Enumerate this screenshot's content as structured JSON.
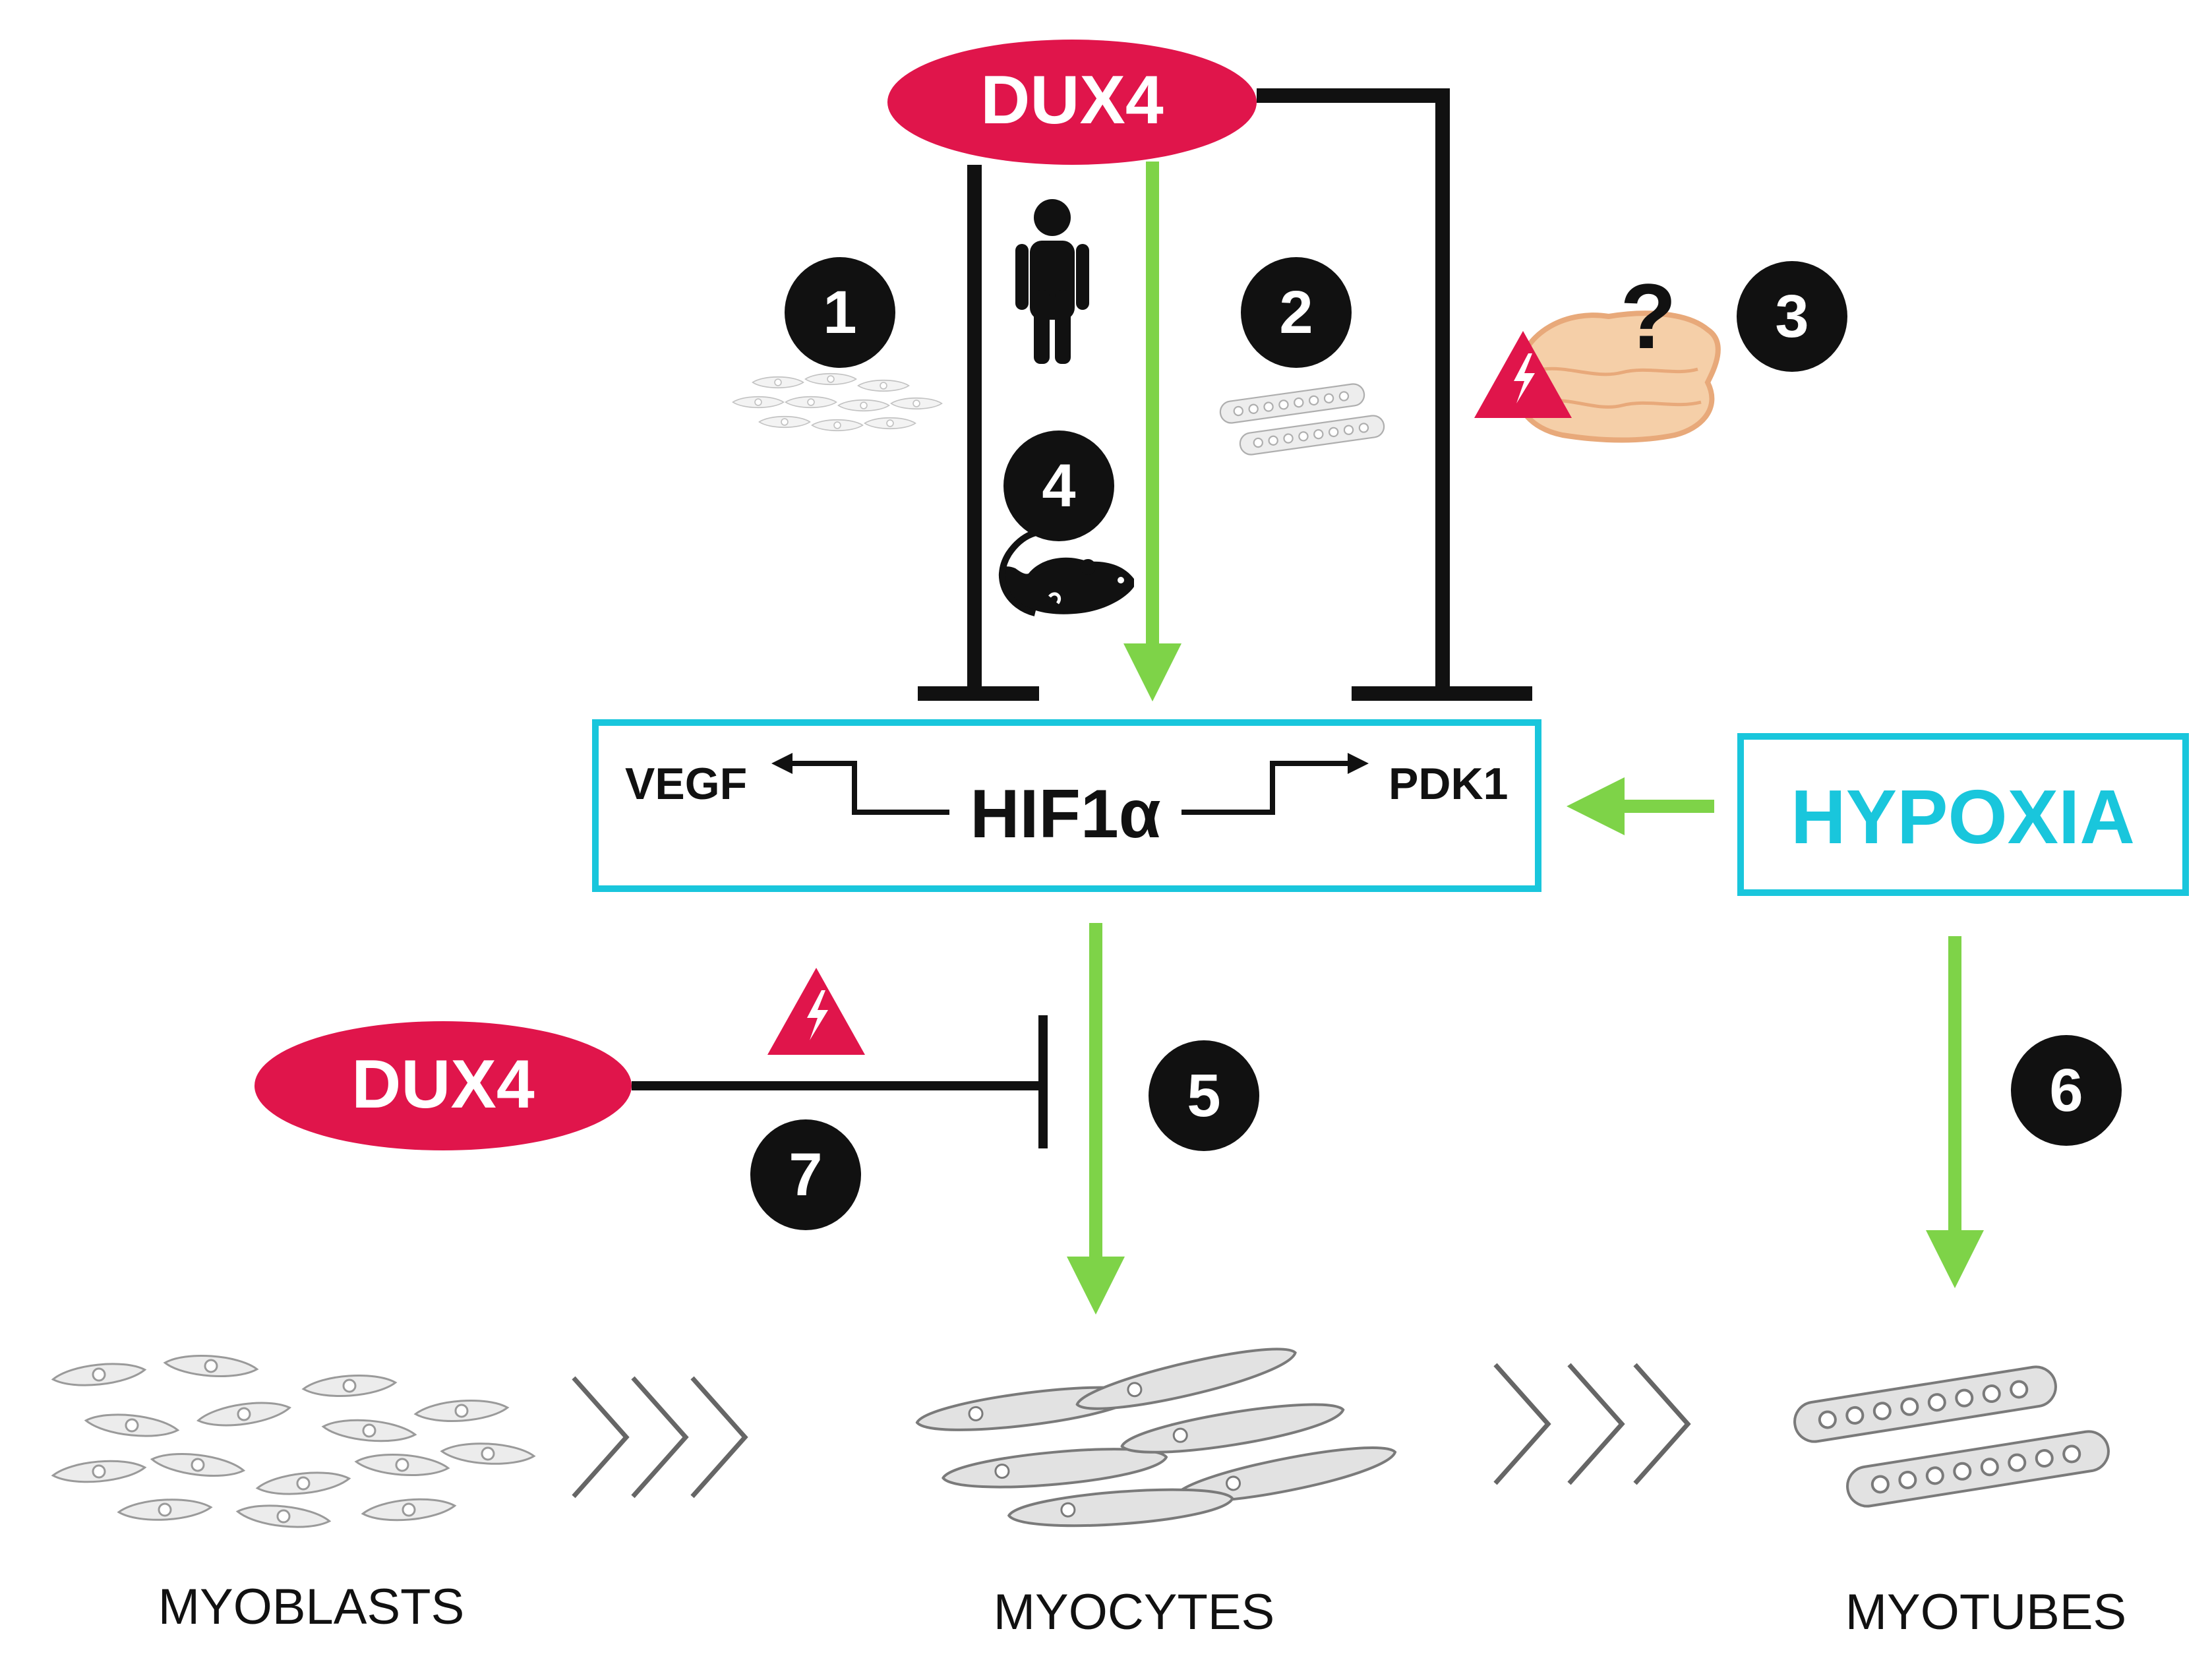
{
  "nodes": {
    "dux4_top": "DUX4",
    "dux4_bottom": "DUX4",
    "hif1a": "HIF1α",
    "vegf": "VEGF",
    "pdk1": "PDK1",
    "hypoxia": "HYPOXIA"
  },
  "numbers": [
    "1",
    "2",
    "3",
    "4",
    "5",
    "6",
    "7"
  ],
  "question_mark": "?",
  "stages": {
    "myoblasts": "MYOBLASTS",
    "myocytes": "MYOCYTES",
    "myotubes": "MYOTUBES"
  },
  "icons": [
    "human-icon",
    "mouse-icon",
    "warning-icon",
    "muscle-tissue-icon",
    "myoblast-cells-icon",
    "myotube-cells-icon"
  ],
  "colors": {
    "dux4": "#e0154b",
    "activation": "#7ed348",
    "inhibition": "#111111",
    "box": "#19c6dc",
    "hypoxia_text": "#19c6dc",
    "badge": "#111111",
    "cells": "#d9d9d9"
  }
}
